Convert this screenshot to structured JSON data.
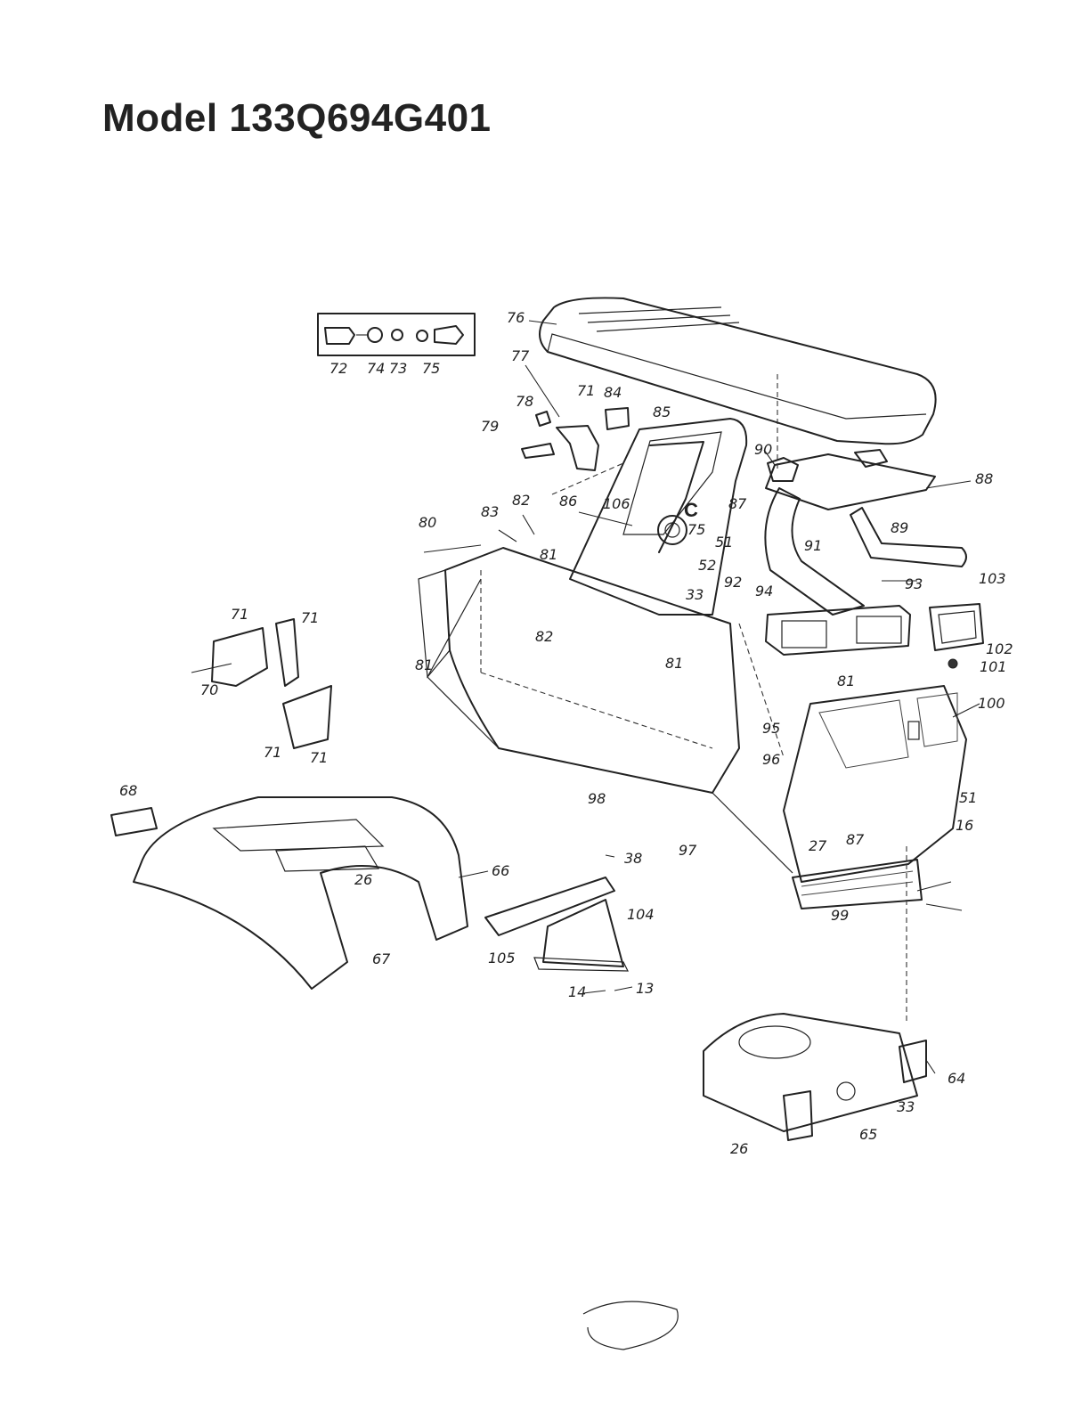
{
  "title": "Model 133Q694G401",
  "section_marker": "C",
  "callouts": {
    "c76": "76",
    "c77": "77",
    "c71a": "71",
    "c84": "84",
    "c78": "78",
    "c79": "79",
    "c85": "85",
    "c90": "90",
    "c88": "88",
    "c72": "72",
    "c74": "74",
    "c73": "73",
    "c75a": "75",
    "c80": "80",
    "c83": "83",
    "c82a": "82",
    "c86": "86",
    "c106": "106",
    "c75b": "75",
    "c87a": "87",
    "c89": "89",
    "c91": "91",
    "c81a": "81",
    "c51a": "51",
    "c52": "52",
    "c33a": "33",
    "c93": "93",
    "c92": "92",
    "c94": "94",
    "c103": "103",
    "c102": "102",
    "c101": "101",
    "c82b": "82",
    "c81b": "81",
    "c81c": "81",
    "c81d": "81",
    "c100": "100",
    "c95": "95",
    "c96": "96",
    "c98": "98",
    "c97": "97",
    "c27": "27",
    "c87b": "87",
    "c51b": "51",
    "c16": "16",
    "c99": "99",
    "c71b": "71",
    "c71c": "71",
    "c71d": "71",
    "c71e": "71",
    "c70": "70",
    "c68": "68",
    "c66": "66",
    "c26a": "26",
    "c67": "67",
    "c38": "38",
    "c104": "104",
    "c105": "105",
    "c14": "14",
    "c13": "13",
    "c64": "64",
    "c33b": "33",
    "c65": "65",
    "c26b": "26"
  }
}
